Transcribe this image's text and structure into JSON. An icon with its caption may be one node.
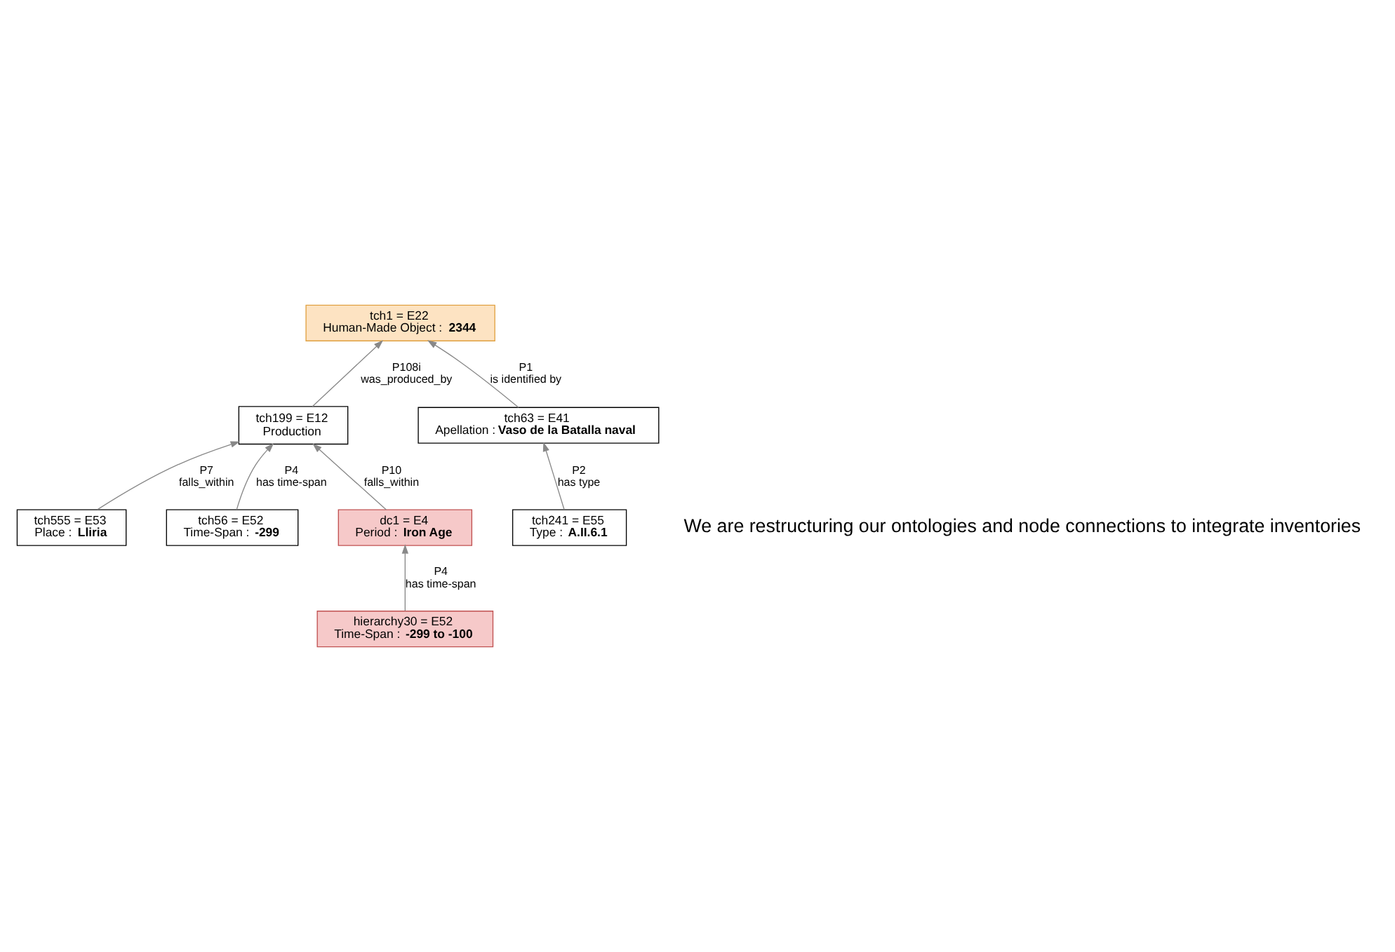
{
  "diagram": {
    "nodes": [
      {
        "text": [
          "tch1 = E22",
          "Human-Made Object : **2344**"
        ]
      },
      {
        "text": [
          "tch199 = E12",
          "Production"
        ]
      },
      {
        "text": [
          "tch63 = E41",
          "Apellation :**Vaso de la Batalla naval**"
        ]
      },
      {
        "text": [
          "tch555 = E53",
          "Place : **Lliria**"
        ]
      },
      {
        "text": [
          "tch241 = E55",
          "Type : **A.II.6.1**"
        ]
      },
      {
        "text": [
          "tch56 = E52",
          "Time-Span : **-299**"
        ]
      },
      {
        "text": [
          "dc1 = E4",
          "Period : **Iron Age**"
        ]
      },
      {
        "text": [
          "hierarchy30 = E52",
          "Time-Span : **-299 to -100**"
        ]
      }
    ],
    "edges": [
      {
        "from": 1,
        "to": 0,
        "arrow": "to",
        "label": "P108i was_produced_by"
      },
      {
        "from": 2,
        "to": 0,
        "arrow": "to",
        "label": "P1 is identified by"
      },
      {
        "from": 4,
        "to": 2,
        "arrow": "to",
        "label": "P2 has type"
      },
      {
        "from": 5,
        "to": 1,
        "arrow": "to",
        "label": "P4 has time-span"
      },
      {
        "from": 3,
        "to": 1,
        "arrow": "to",
        "label": "P7 falls_within"
      },
      {
        "from": 6,
        "to": 1,
        "arrow": "to",
        "label": "P10 falls_within"
      },
      {
        "from": 7,
        "to": 6,
        "arrow": "to",
        "label": "P4 has time-span"
      }
    ],
    "labels": [
      "We are restructuring our ontologies and node connections to integrate inventories"
    ]
  }
}
